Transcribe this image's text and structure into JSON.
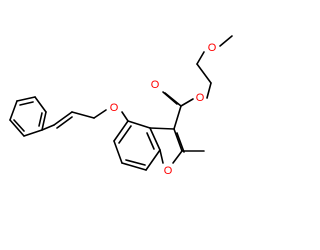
{
  "molecule": {
    "atom_labels": {
      "ester_carbonyl_oxygen": "O",
      "ester_oxygen": "O",
      "methoxy_oxygen": "O",
      "ether_oxygen": "O",
      "furan_oxygen": "O"
    },
    "colors": {
      "bond": "#000000",
      "oxygen": "#ff0000"
    }
  }
}
